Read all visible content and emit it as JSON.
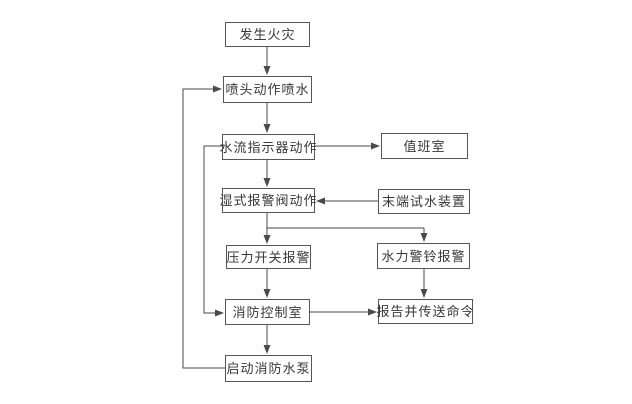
{
  "diagram": {
    "type": "flowchart",
    "description": "Wet-pipe automatic sprinkler fire system action sequence flowchart",
    "colors": {
      "background": "#ffffff",
      "line": "#4a4a4a",
      "box_border": "#565656",
      "text": "#383838"
    },
    "nodes": {
      "fire": {
        "label": "发生火灾"
      },
      "sprinkler": {
        "label": "喷头动作喷水"
      },
      "flow_indicator": {
        "label": "水流指示器动作"
      },
      "duty_room": {
        "label": "值班室"
      },
      "wet_valve": {
        "label": "湿式报警阀动作"
      },
      "end_test": {
        "label": "末端试水装置"
      },
      "pressure_switch": {
        "label": "压力开关报警"
      },
      "hydraulic_bell": {
        "label": "水力警铃报警"
      },
      "control_room": {
        "label": "消防控制室"
      },
      "report": {
        "label": "报告并传送命令"
      },
      "pump": {
        "label": "启动消防水泵"
      }
    },
    "edges": [
      {
        "from": "fire",
        "to": "sprinkler"
      },
      {
        "from": "sprinkler",
        "to": "flow_indicator"
      },
      {
        "from": "flow_indicator",
        "to": "duty_room"
      },
      {
        "from": "flow_indicator",
        "to": "wet_valve"
      },
      {
        "from": "end_test",
        "to": "wet_valve"
      },
      {
        "from": "wet_valve",
        "to": "pressure_switch"
      },
      {
        "from": "wet_valve",
        "to": "hydraulic_bell"
      },
      {
        "from": "pressure_switch",
        "to": "control_room"
      },
      {
        "from": "hydraulic_bell",
        "to": "report"
      },
      {
        "from": "control_room",
        "to": "report"
      },
      {
        "from": "flow_indicator",
        "to": "control_room"
      },
      {
        "from": "control_room",
        "to": "pump"
      },
      {
        "from": "pump",
        "to": "sprinkler"
      }
    ]
  }
}
